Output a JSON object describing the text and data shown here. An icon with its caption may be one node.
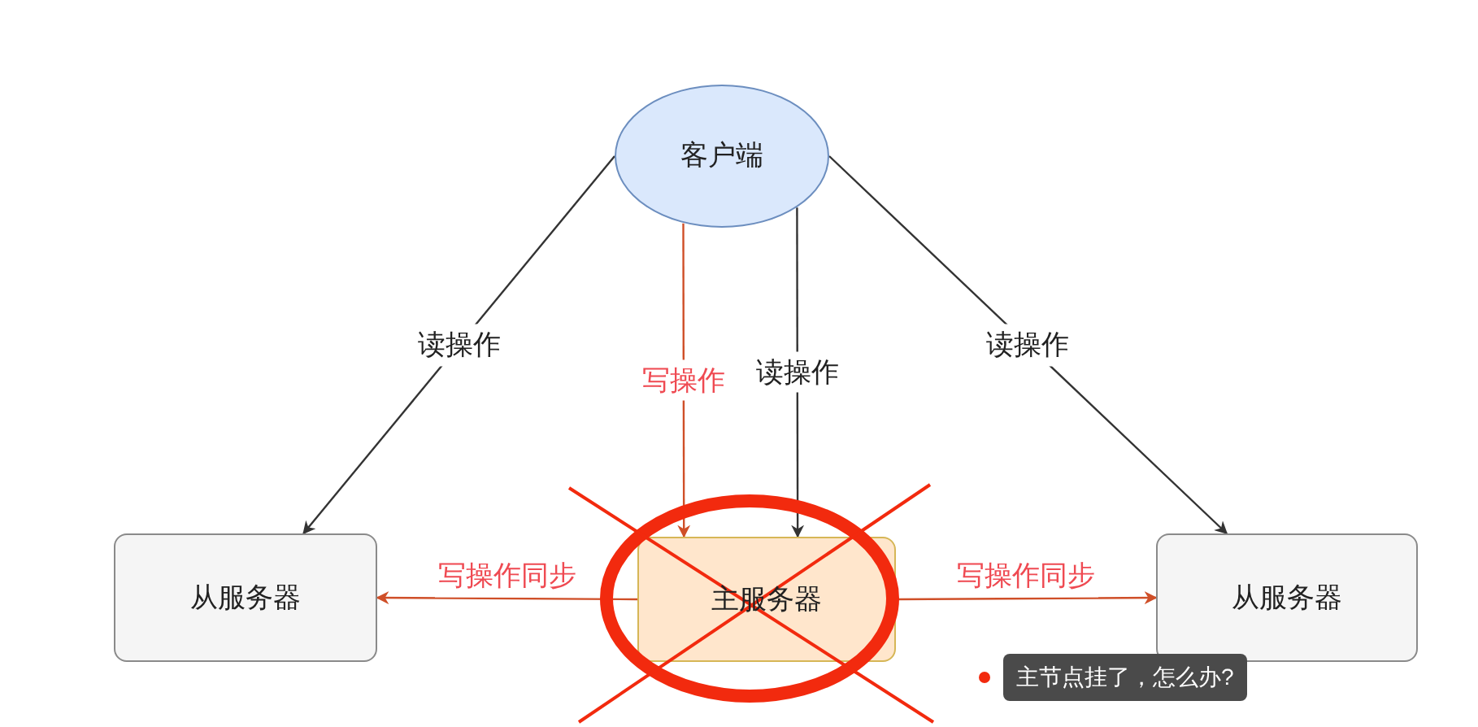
{
  "diagram": {
    "nodes": [
      {
        "text": [
          "客户端"
        ]
      },
      {
        "text": [
          "从服务器"
        ]
      },
      {
        "text": [
          "主服务器"
        ]
      },
      {
        "text": [
          "从服务器"
        ]
      }
    ],
    "edges": [
      {
        "from": 0,
        "to": 1,
        "arrow": "to",
        "label": "读操作"
      },
      {
        "from": 0,
        "to": 2,
        "arrow": "to",
        "label": "写操作",
        "color": "#cf4f28"
      },
      {
        "from": 0,
        "to": 2,
        "arrow": "to",
        "label": "读操作"
      },
      {
        "from": 0,
        "to": 3,
        "arrow": "to",
        "label": "读操作"
      },
      {
        "from": 2,
        "to": 1,
        "arrow": "to",
        "label": "写操作同步",
        "color": "#cf4f28"
      },
      {
        "from": 2,
        "to": 3,
        "arrow": "to",
        "label": "写操作同步",
        "color": "#cf4f28"
      }
    ],
    "labels": [
      "主节点挂了，怎么办?"
    ]
  }
}
